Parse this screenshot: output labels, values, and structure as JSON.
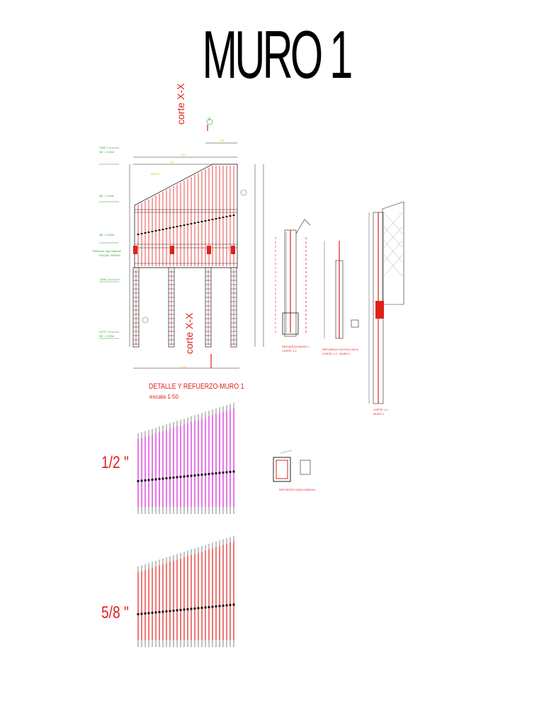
{
  "title": "MURO 1",
  "elevation_view": {
    "caption": "DETALLE Y REFUERZO-MURO 1",
    "scale": "escala 1:50",
    "section_label_top": "corte X-X",
    "section_label_bottom": "corte X-X",
    "marker": "1"
  },
  "side_details": {
    "detail_a_caption": "REFUERZO MURO 1",
    "detail_a_sub": "CORTE 1-1",
    "detail_b_caption": "REFUERZO PLETIN-0.30 M",
    "detail_b_sub": "CORTE 1-1 - MURO 1",
    "detail_c_caption": "CORTE 1-1",
    "detail_c_sub": "MURO 1",
    "beam_caption": "REFUERZO VIGA CABEZAL"
  },
  "bar_schedules": [
    {
      "label": "1/2 \"",
      "color": "#d61fd6"
    },
    {
      "label": "5/8 \"",
      "color": "#e0201a"
    }
  ],
  "colors": {
    "red": "#e0201a",
    "magenta": "#d61fd6",
    "green": "#2e9e2e",
    "yellow": "#d9c600",
    "line": "#222222",
    "grey": "#9a9a9a"
  }
}
